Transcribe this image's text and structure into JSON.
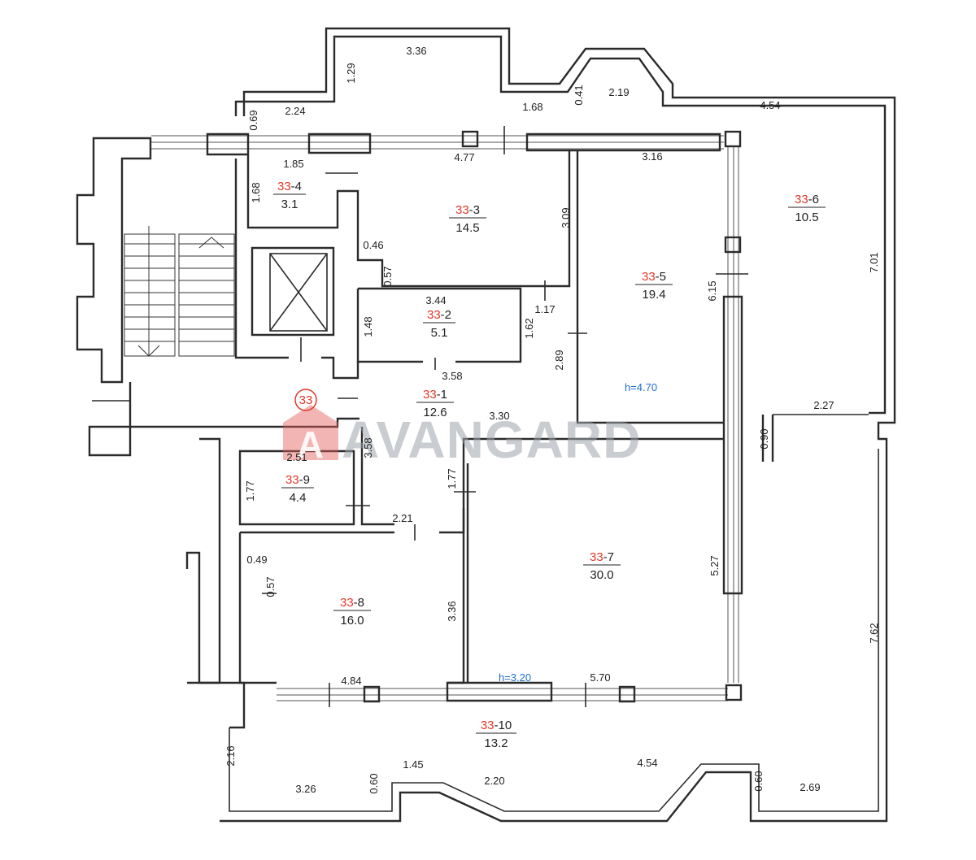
{
  "rooms": [
    {
      "id": "33-1",
      "prefix": "33",
      "suffix": "-1",
      "area": "12.6"
    },
    {
      "id": "33-2",
      "prefix": "33",
      "suffix": "-2",
      "area": "5.1"
    },
    {
      "id": "33-3",
      "prefix": "33",
      "suffix": "-3",
      "area": "14.5"
    },
    {
      "id": "33-4",
      "prefix": "33",
      "suffix": "-4",
      "area": "3.1"
    },
    {
      "id": "33-5",
      "prefix": "33",
      "suffix": "-5",
      "area": "19.4"
    },
    {
      "id": "33-6",
      "prefix": "33",
      "suffix": "-6",
      "area": "10.5"
    },
    {
      "id": "33-7",
      "prefix": "33",
      "suffix": "-7",
      "area": "30.0"
    },
    {
      "id": "33-8",
      "prefix": "33",
      "suffix": "-8",
      "area": "16.0"
    },
    {
      "id": "33-9",
      "prefix": "33",
      "suffix": "-9",
      "area": "4.4"
    },
    {
      "id": "33-10",
      "prefix": "33",
      "suffix": "-10",
      "area": "13.2"
    }
  ],
  "heights": {
    "h1": "h=4.70",
    "h2": "h=3.20"
  },
  "dimensions": [
    "3.36",
    "1.29",
    "2.24",
    "0.69",
    "1.68",
    "0.41",
    "2.19",
    "4.54",
    "1.85",
    "4.77",
    "3.16",
    "1.68",
    "3.09",
    "0.46",
    "0.57",
    "3.44",
    "1.17",
    "1.48",
    "1.62",
    "6.15",
    "7.01",
    "2.89",
    "3.58",
    "3.30",
    "2.27",
    "0.90",
    "2.51",
    "3.58",
    "1.77",
    "1.77",
    "2.21",
    "5.27",
    "0.49",
    "0.57",
    "3.36",
    "7.62",
    "4.84",
    "5.70",
    "2.16",
    "0.60",
    "1.45",
    "2.20",
    "4.54",
    "0.60",
    "2.69",
    "3.26"
  ],
  "entrance_mark": "33",
  "watermark": {
    "brand": "AVANGARD",
    "logo_letter": "A"
  },
  "colors": {
    "id_prefix": "#e0392b",
    "height_label": "#1f6fd1",
    "watermark_text": "#9ea4aa",
    "watermark_logo": "#e25b58"
  }
}
